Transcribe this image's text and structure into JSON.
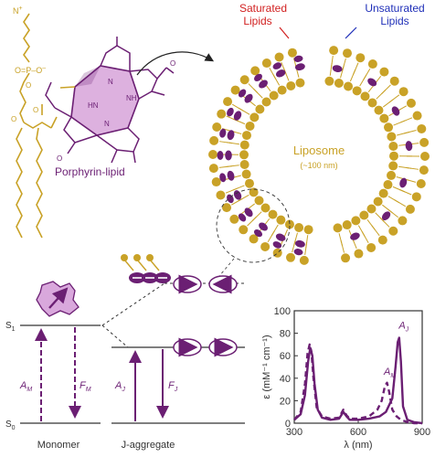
{
  "colors": {
    "purple": "#6b1f73",
    "purple_light": "#d9a8dc",
    "lipid_gold": "#c9a227",
    "saturated": "#d11f1f",
    "unsaturated": "#1f2fb8",
    "text_dark": "#333333"
  },
  "labels": {
    "saturated_line1": "Saturated",
    "saturated_line2": "Lipids",
    "unsaturated_line1": "Unsaturated",
    "unsaturated_line2": "Lipids",
    "liposome": "Liposome",
    "liposome_size": "(~100 nm)",
    "porphyrin_lipid": "Porphyrin-lipid",
    "monomer": "Monomer",
    "j_aggregate": "J-aggregate",
    "s1": "S",
    "s1_sub": "1",
    "s0": "S",
    "s0_sub": "0",
    "a_m": "A",
    "a_m_sub": "M",
    "f_m": "F",
    "f_m_sub": "M",
    "a_j": "A",
    "a_j_sub": "J",
    "f_j": "F",
    "f_j_sub": "J",
    "nh": "NH",
    "hn": "HN",
    "n_top": "N",
    "n_bottom": "N",
    "o_carbonyl": "O",
    "n_plus": "N",
    "p_atom": "P",
    "o_atom": "O"
  },
  "chart_data": {
    "type": "line",
    "xlabel": "λ (nm)",
    "ylabel": "ε (mM⁻¹ cm⁻¹)",
    "xlim": [
      300,
      900
    ],
    "ylim": [
      0,
      100
    ],
    "x_ticks": [
      300,
      600,
      900
    ],
    "y_ticks": [
      0,
      20,
      40,
      60,
      80,
      100
    ],
    "annotations": [
      {
        "text": "A",
        "sub": "J",
        "x": 790,
        "y": 84
      },
      {
        "text": "A",
        "sub": "M",
        "x": 720,
        "y": 43
      }
    ],
    "series": [
      {
        "style": "solid",
        "x": [
          300,
          330,
          350,
          365,
          375,
          385,
          395,
          410,
          430,
          470,
          510,
          530,
          545,
          560,
          600,
          650,
          700,
          730,
          760,
          775,
          785,
          792,
          800,
          810,
          830,
          860,
          900
        ],
        "y": [
          3,
          8,
          25,
          55,
          67,
          60,
          35,
          12,
          5,
          3,
          4,
          10,
          6,
          3,
          3,
          4,
          6,
          10,
          22,
          50,
          72,
          76,
          55,
          15,
          3,
          1,
          0
        ]
      },
      {
        "style": "dashed",
        "x": [
          300,
          330,
          350,
          362,
          372,
          380,
          390,
          405,
          430,
          470,
          510,
          530,
          545,
          560,
          600,
          650,
          690,
          710,
          725,
          735,
          745,
          760,
          780,
          800,
          830,
          860,
          900
        ],
        "y": [
          3,
          10,
          35,
          62,
          70,
          64,
          40,
          14,
          6,
          4,
          5,
          12,
          7,
          4,
          4,
          6,
          12,
          20,
          33,
          36,
          28,
          12,
          6,
          3,
          1,
          0,
          0
        ]
      }
    ]
  }
}
